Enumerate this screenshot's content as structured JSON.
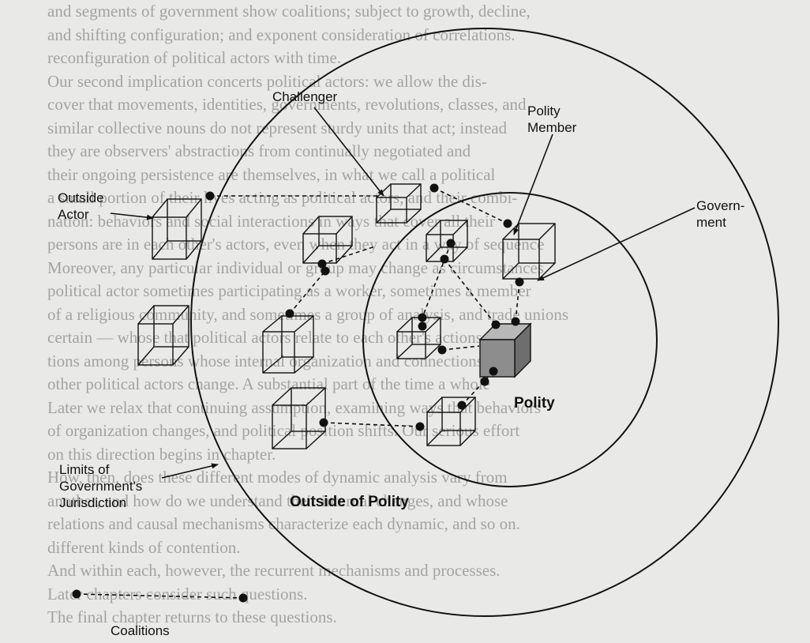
{
  "labels": {
    "challenger": "Challenger",
    "polity_member": [
      "Polity",
      "Member"
    ],
    "outside_actor": [
      "Outside",
      "Actor"
    ],
    "government": [
      "Govern-",
      "ment"
    ],
    "polity": "Polity",
    "limits": [
      "Limits of",
      "Government's",
      "Jurisdiction"
    ],
    "outside_of_polity": "Outside of Polity",
    "coalitions": "Coalitions"
  },
  "colors": {
    "ink": "#111111",
    "government_fill": "#8d8d8d",
    "background": "#e9e9e7",
    "page_text": "#a3a3a3"
  }
}
